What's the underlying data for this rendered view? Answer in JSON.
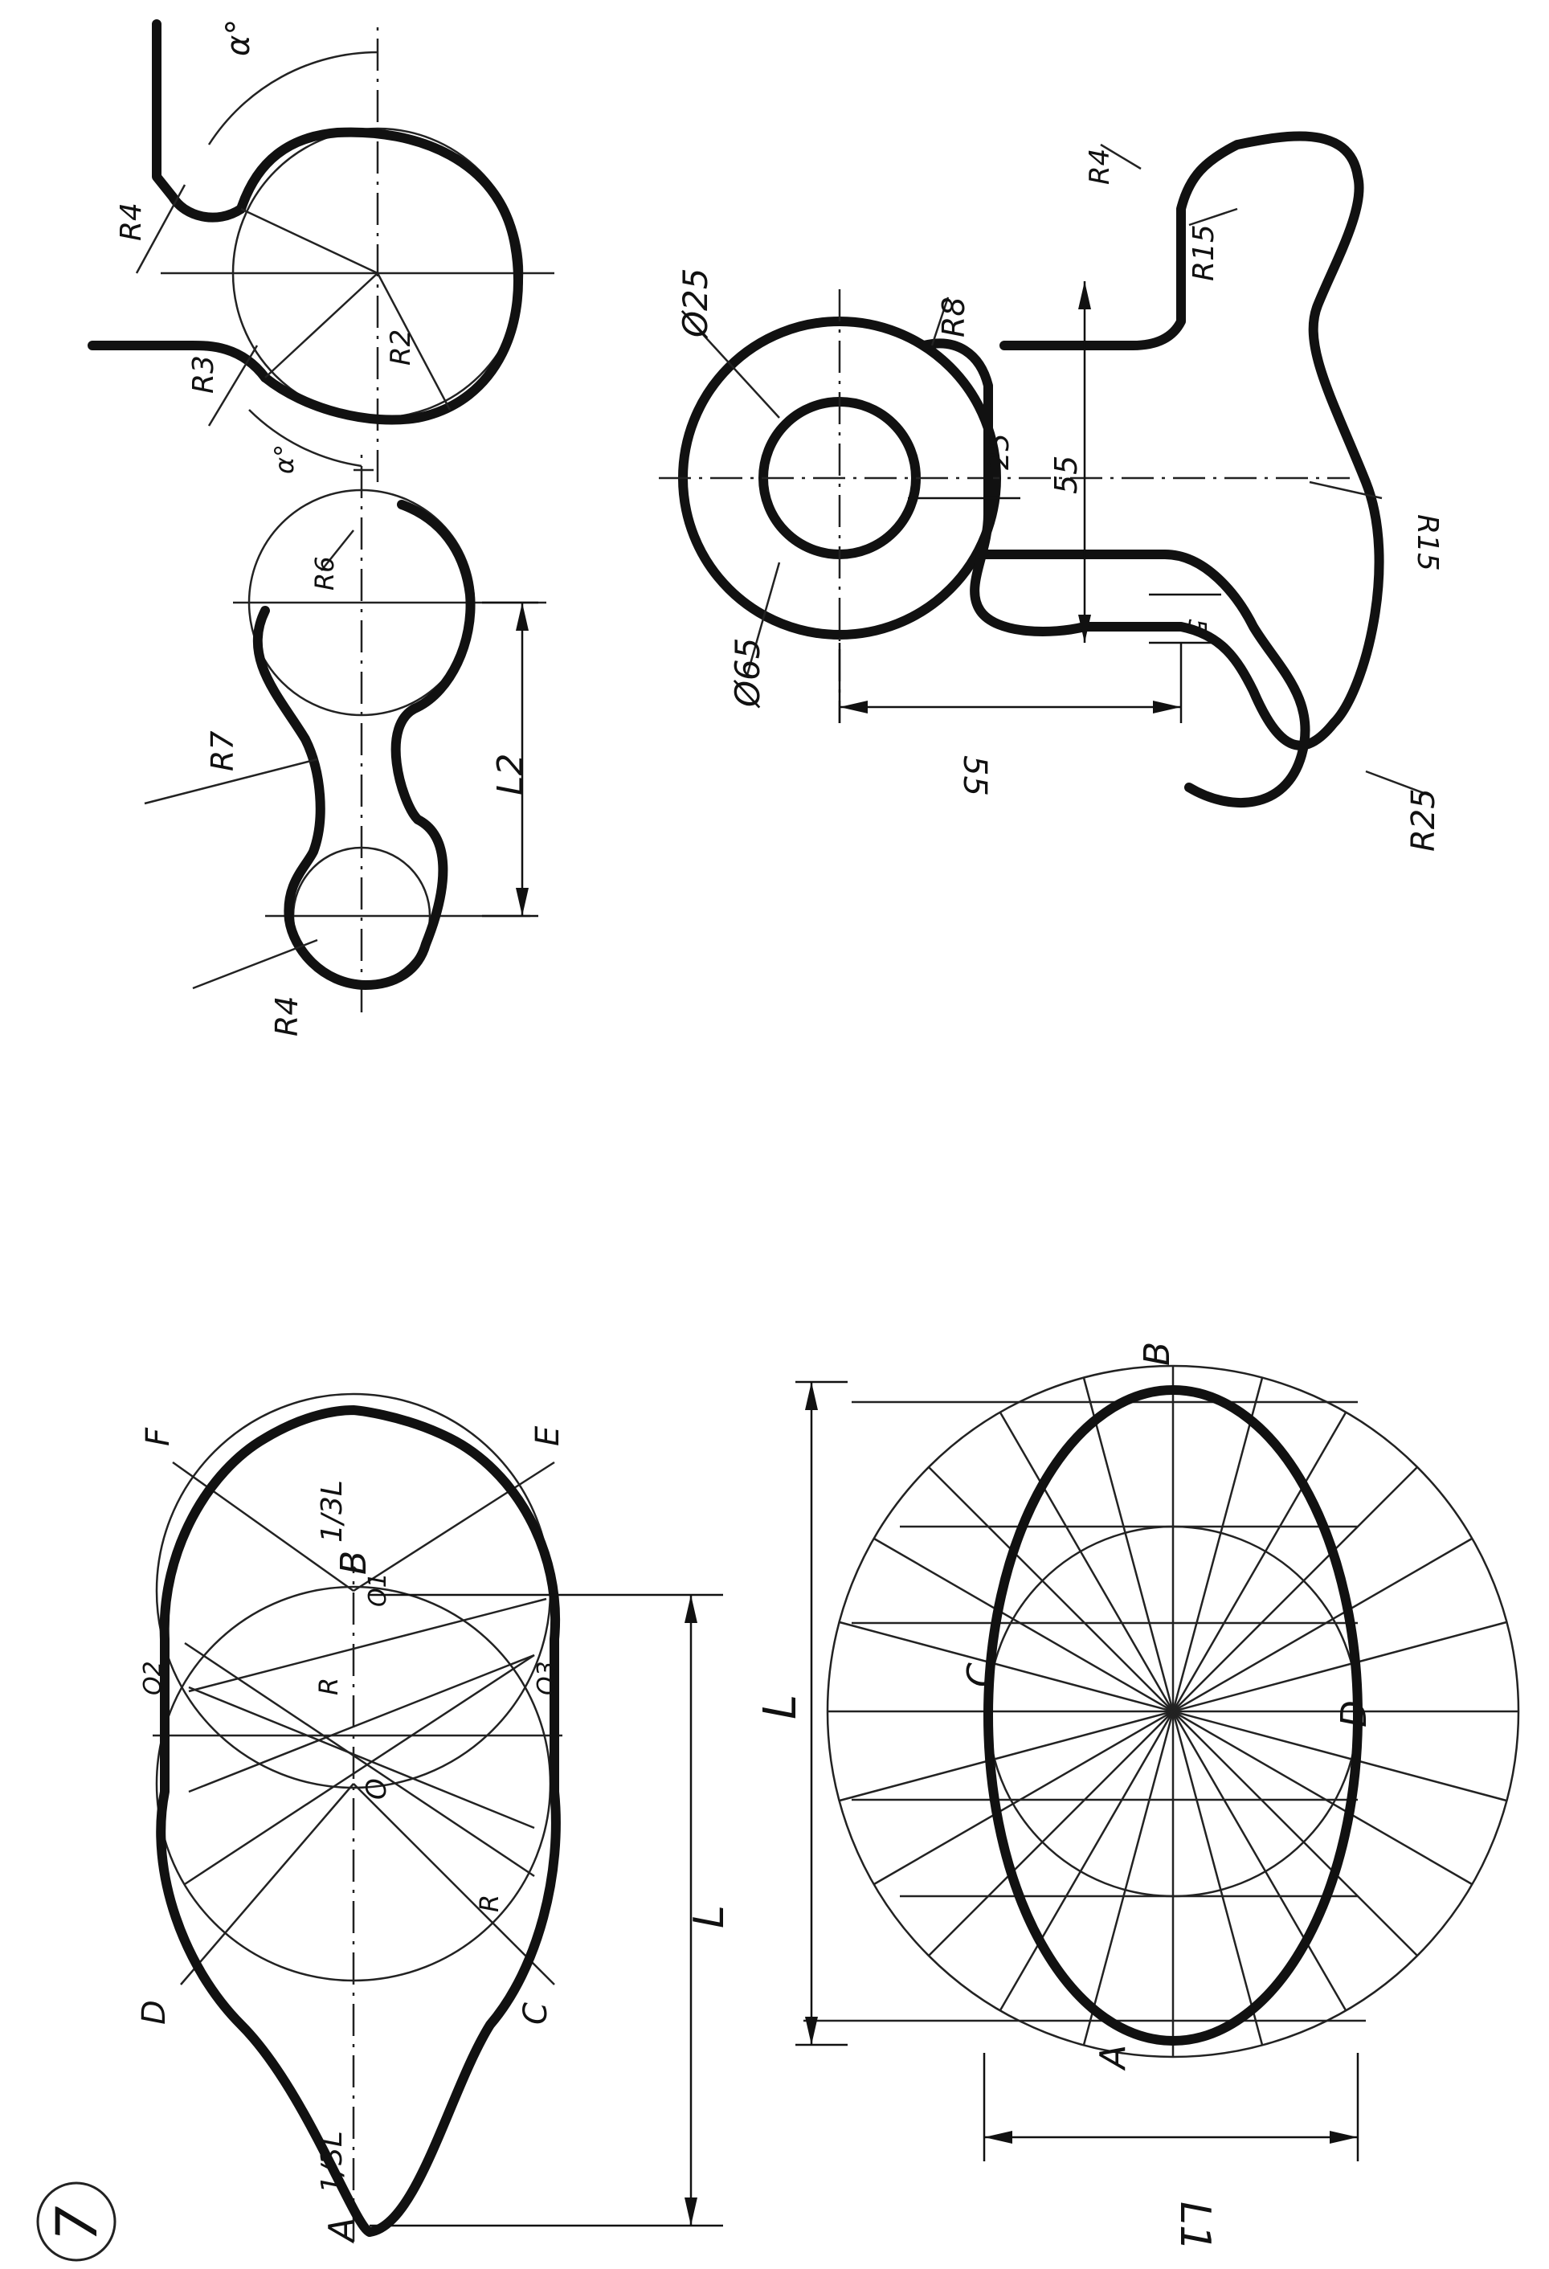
{
  "sheet_number": "7",
  "fig_oval": {
    "points": {
      "A": "A",
      "B": "B",
      "C": "C",
      "D": "D",
      "E": "E",
      "F": "F"
    },
    "centers": {
      "O": "O",
      "O1": "O1",
      "O2": "O2",
      "O3": "O3"
    },
    "labels": {
      "third_left": "1/3L",
      "third_right": "1/3L",
      "radius_r": "R",
      "radius_r2": "R",
      "length": "L"
    }
  },
  "fig_ellipse": {
    "points": {
      "A": "A",
      "B": "B",
      "C": "C",
      "D": "D"
    },
    "labels": {
      "major": "L",
      "minor": "L1"
    }
  },
  "fig_links": {
    "labels": {
      "R4": "R4",
      "R7": "R7",
      "R6": "R6",
      "L2": "L2"
    }
  },
  "fig_arcs": {
    "labels": {
      "R4": "R4",
      "R3": "R3",
      "R2": "R2",
      "angle_top": "α°",
      "angle_bottom": "α°"
    }
  },
  "fig_hook": {
    "labels": {
      "d25": "Ø25",
      "d65": "Ø65",
      "R8": "R8",
      "w25": "25",
      "w55": "55",
      "R4": "R4",
      "R15": "R15",
      "R15b": "R15",
      "R25": "R25",
      "d55": "55",
      "d5": "5"
    }
  }
}
